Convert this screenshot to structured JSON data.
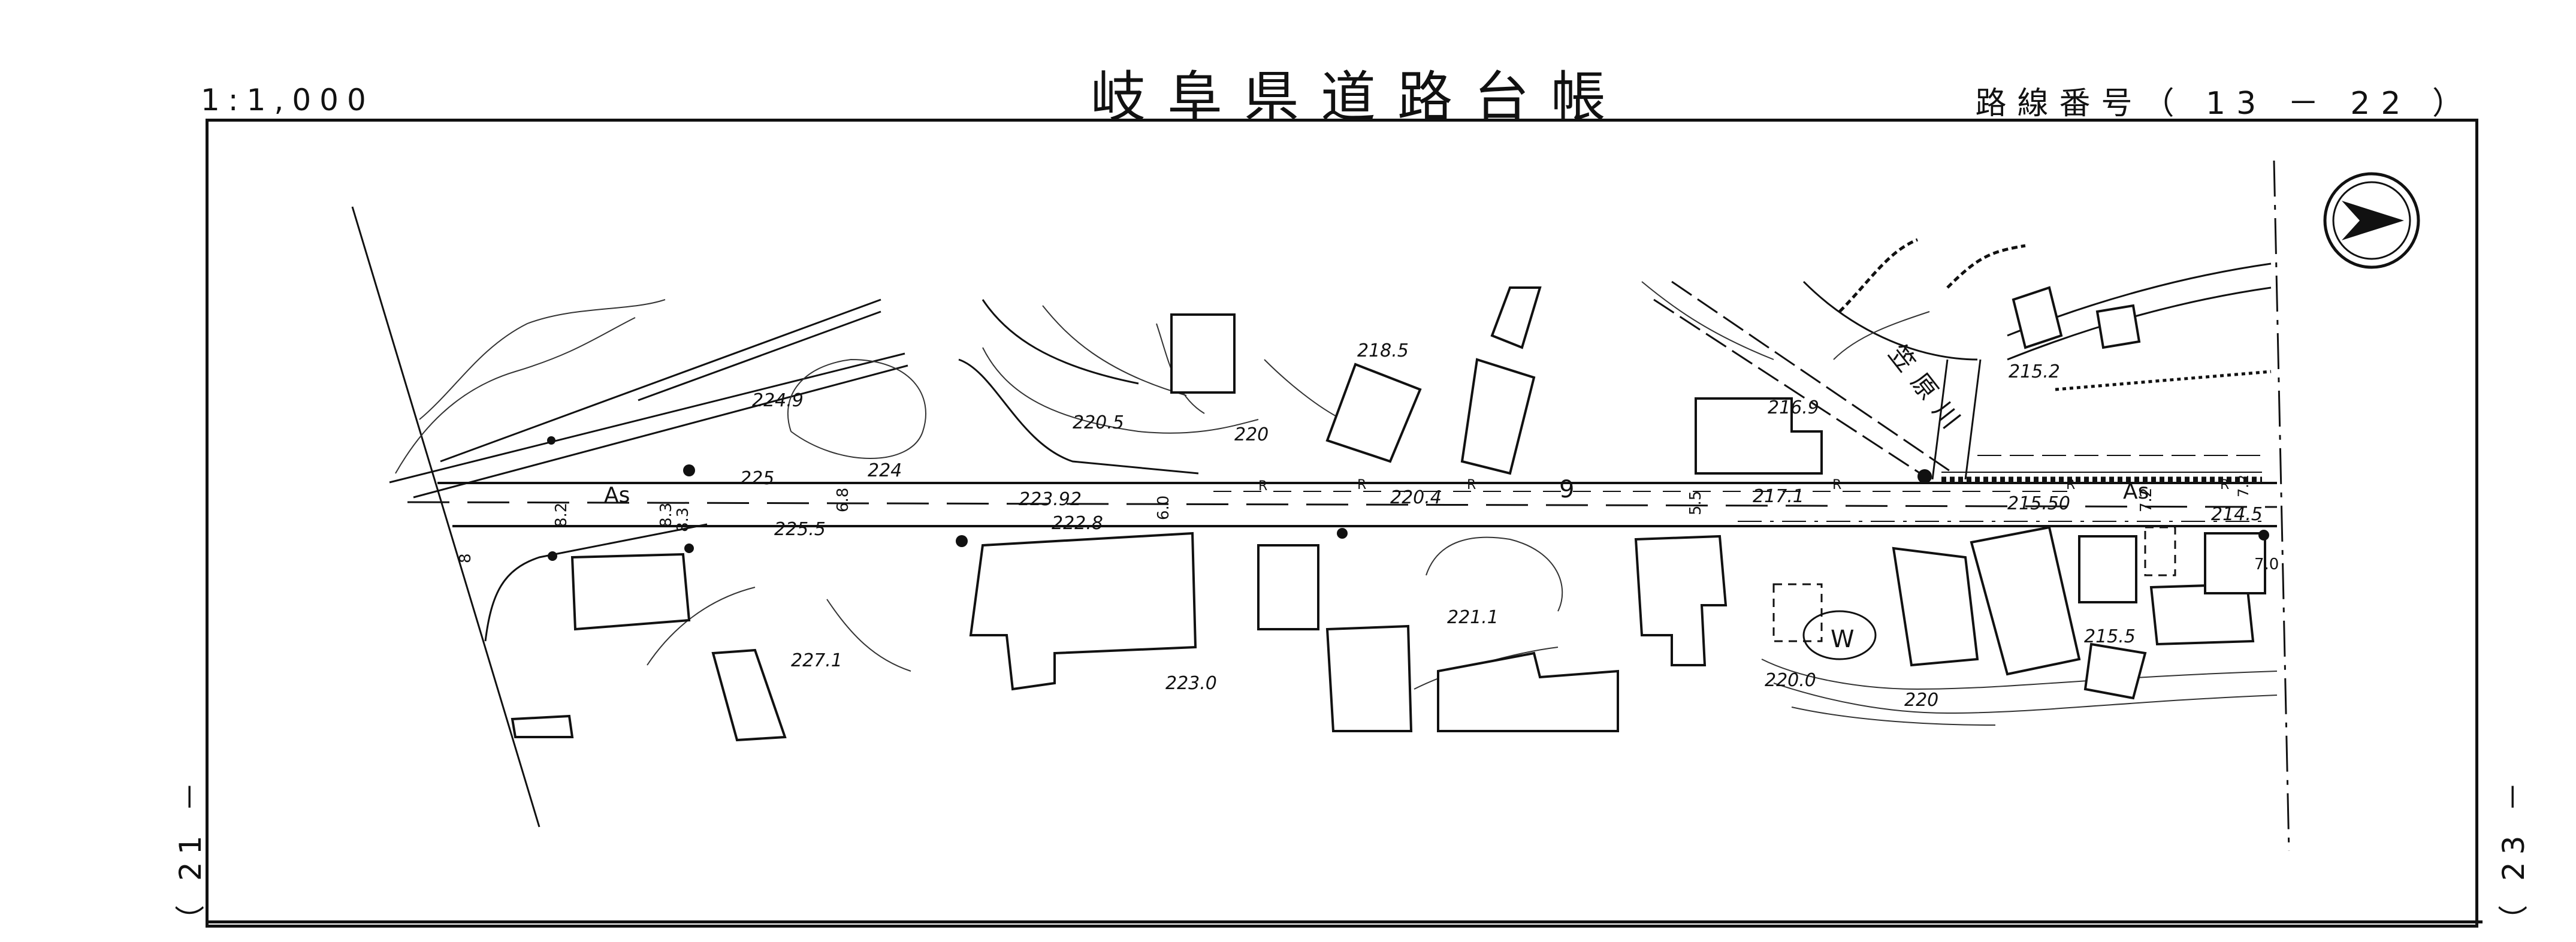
{
  "header": {
    "scale": "1:1,000",
    "title": "岐阜県道路台帳",
    "route_label": "路線番号（ 13 － 22 ）"
  },
  "connections": {
    "left": "（ 21 －",
    "right": "（ 23 －"
  },
  "map": {
    "road_number": "9",
    "surface_left": "As",
    "surface_right": "As",
    "river_name": "笠原川",
    "water_tank_label": "W",
    "spot_elevations": [
      "224.9",
      "225",
      "224",
      "225.5",
      "223.92",
      "222.8",
      "220.5",
      "220",
      "218.5",
      "220.4",
      "221.1",
      "223.0",
      "227.1",
      "216.9",
      "217.1",
      "215.2",
      "215.50",
      "215.5",
      "214.5",
      "220.0",
      "220"
    ],
    "widths": [
      "8.2",
      "8.3",
      "8.3",
      "6.8",
      "6.0",
      "5.5",
      "7.2",
      "7.2",
      "7.0",
      "8"
    ],
    "road_markers": [
      "R",
      "R",
      "R",
      "R",
      "R",
      "R"
    ]
  }
}
